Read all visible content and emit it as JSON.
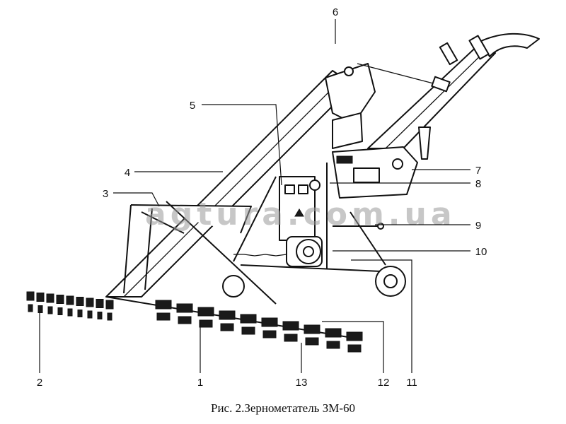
{
  "caption": "Рис. 2.Зернометатель ЗМ-60",
  "watermark": "agtura.com.ua",
  "callouts": [
    "1",
    "2",
    "3",
    "4",
    "5",
    "6",
    "7",
    "8",
    "9",
    "10",
    "11",
    "12",
    "13"
  ]
}
